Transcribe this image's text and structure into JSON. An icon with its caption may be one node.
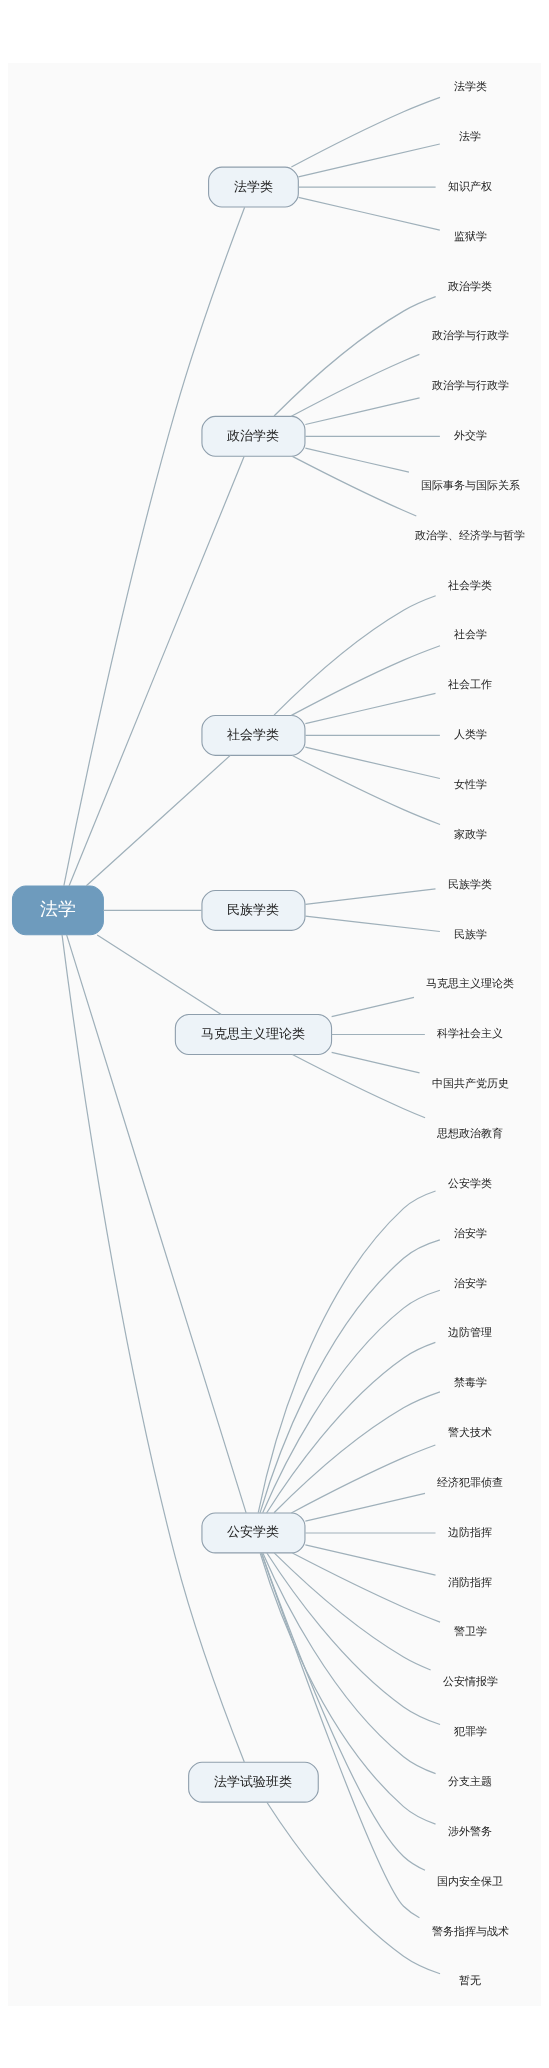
{
  "diagram": {
    "nodes": [
      {
        "text": [
          "法学"
        ]
      },
      {
        "text": [
          "法学类"
        ]
      },
      {
        "text": [
          "法学类"
        ]
      },
      {
        "text": [
          "法学"
        ]
      },
      {
        "text": [
          "知识产权"
        ]
      },
      {
        "text": [
          "监狱学"
        ]
      },
      {
        "text": [
          "政治学类"
        ]
      },
      {
        "text": [
          "政治学类"
        ]
      },
      {
        "text": [
          "政治学与行政学"
        ]
      },
      {
        "text": [
          "政治学与行政学"
        ]
      },
      {
        "text": [
          "外交学"
        ]
      },
      {
        "text": [
          "国际事务与国际关系"
        ]
      },
      {
        "text": [
          "政治学、经济学与哲学"
        ]
      },
      {
        "text": [
          "社会学类"
        ]
      },
      {
        "text": [
          "社会学类"
        ]
      },
      {
        "text": [
          "社会学"
        ]
      },
      {
        "text": [
          "社会工作"
        ]
      },
      {
        "text": [
          "人类学"
        ]
      },
      {
        "text": [
          "女性学"
        ]
      },
      {
        "text": [
          "家政学"
        ]
      },
      {
        "text": [
          "民族学类"
        ]
      },
      {
        "text": [
          "民族学类"
        ]
      },
      {
        "text": [
          "民族学"
        ]
      },
      {
        "text": [
          "马克思主义理论类"
        ]
      },
      {
        "text": [
          "马克思主义理论类"
        ]
      },
      {
        "text": [
          "科学社会主义"
        ]
      },
      {
        "text": [
          "中国共产党历史"
        ]
      },
      {
        "text": [
          "思想政治教育"
        ]
      },
      {
        "text": [
          "公安学类"
        ]
      },
      {
        "text": [
          "公安学类"
        ]
      },
      {
        "text": [
          "治安学"
        ]
      },
      {
        "text": [
          "治安学"
        ]
      },
      {
        "text": [
          "边防管理"
        ]
      },
      {
        "text": [
          "禁毒学"
        ]
      },
      {
        "text": [
          "警犬技术"
        ]
      },
      {
        "text": [
          "经济犯罪侦查"
        ]
      },
      {
        "text": [
          "边防指挥"
        ]
      },
      {
        "text": [
          "消防指挥"
        ]
      },
      {
        "text": [
          "警卫学"
        ]
      },
      {
        "text": [
          "公安情报学"
        ]
      },
      {
        "text": [
          "犯罪学"
        ]
      },
      {
        "text": [
          "分支主题"
        ]
      },
      {
        "text": [
          "涉外警务"
        ]
      },
      {
        "text": [
          "国内安全保卫"
        ]
      },
      {
        "text": [
          "警务指挥与战术"
        ]
      },
      {
        "text": [
          "法学试验班类"
        ]
      },
      {
        "text": [
          "暂无"
        ]
      }
    ],
    "edges": [
      {
        "from": 0,
        "to": 1,
        "arrow": "none"
      },
      {
        "from": 1,
        "to": 2,
        "arrow": "none"
      },
      {
        "from": 1,
        "to": 3,
        "arrow": "none"
      },
      {
        "from": 1,
        "to": 4,
        "arrow": "none"
      },
      {
        "from": 1,
        "to": 5,
        "arrow": "none"
      },
      {
        "from": 0,
        "to": 6,
        "arrow": "none"
      },
      {
        "from": 6,
        "to": 7,
        "arrow": "none"
      },
      {
        "from": 6,
        "to": 8,
        "arrow": "none"
      },
      {
        "from": 6,
        "to": 9,
        "arrow": "none"
      },
      {
        "from": 6,
        "to": 10,
        "arrow": "none"
      },
      {
        "from": 6,
        "to": 11,
        "arrow": "none"
      },
      {
        "from": 6,
        "to": 12,
        "arrow": "none"
      },
      {
        "from": 0,
        "to": 13,
        "arrow": "none"
      },
      {
        "from": 13,
        "to": 14,
        "arrow": "none"
      },
      {
        "from": 13,
        "to": 15,
        "arrow": "none"
      },
      {
        "from": 13,
        "to": 16,
        "arrow": "none"
      },
      {
        "from": 13,
        "to": 17,
        "arrow": "none"
      },
      {
        "from": 13,
        "to": 18,
        "arrow": "none"
      },
      {
        "from": 13,
        "to": 19,
        "arrow": "none"
      },
      {
        "from": 0,
        "to": 20,
        "arrow": "none"
      },
      {
        "from": 20,
        "to": 21,
        "arrow": "none"
      },
      {
        "from": 20,
        "to": 22,
        "arrow": "none"
      },
      {
        "from": 0,
        "to": 23,
        "arrow": "none"
      },
      {
        "from": 23,
        "to": 24,
        "arrow": "none"
      },
      {
        "from": 23,
        "to": 25,
        "arrow": "none"
      },
      {
        "from": 23,
        "to": 26,
        "arrow": "none"
      },
      {
        "from": 23,
        "to": 27,
        "arrow": "none"
      },
      {
        "from": 0,
        "to": 28,
        "arrow": "none"
      },
      {
        "from": 28,
        "to": 29,
        "arrow": "none"
      },
      {
        "from": 28,
        "to": 30,
        "arrow": "none"
      },
      {
        "from": 28,
        "to": 31,
        "arrow": "none"
      },
      {
        "from": 28,
        "to": 32,
        "arrow": "none"
      },
      {
        "from": 28,
        "to": 33,
        "arrow": "none"
      },
      {
        "from": 28,
        "to": 34,
        "arrow": "none"
      },
      {
        "from": 28,
        "to": 35,
        "arrow": "none"
      },
      {
        "from": 28,
        "to": 36,
        "arrow": "none"
      },
      {
        "from": 28,
        "to": 37,
        "arrow": "none"
      },
      {
        "from": 28,
        "to": 38,
        "arrow": "none"
      },
      {
        "from": 28,
        "to": 39,
        "arrow": "none"
      },
      {
        "from": 28,
        "to": 40,
        "arrow": "none"
      },
      {
        "from": 28,
        "to": 41,
        "arrow": "none"
      },
      {
        "from": 28,
        "to": 42,
        "arrow": "none"
      },
      {
        "from": 28,
        "to": 43,
        "arrow": "none"
      },
      {
        "from": 28,
        "to": 44,
        "arrow": "none"
      },
      {
        "from": 0,
        "to": 45,
        "arrow": "none"
      },
      {
        "from": 45,
        "to": 46,
        "arrow": "none"
      }
    ]
  }
}
